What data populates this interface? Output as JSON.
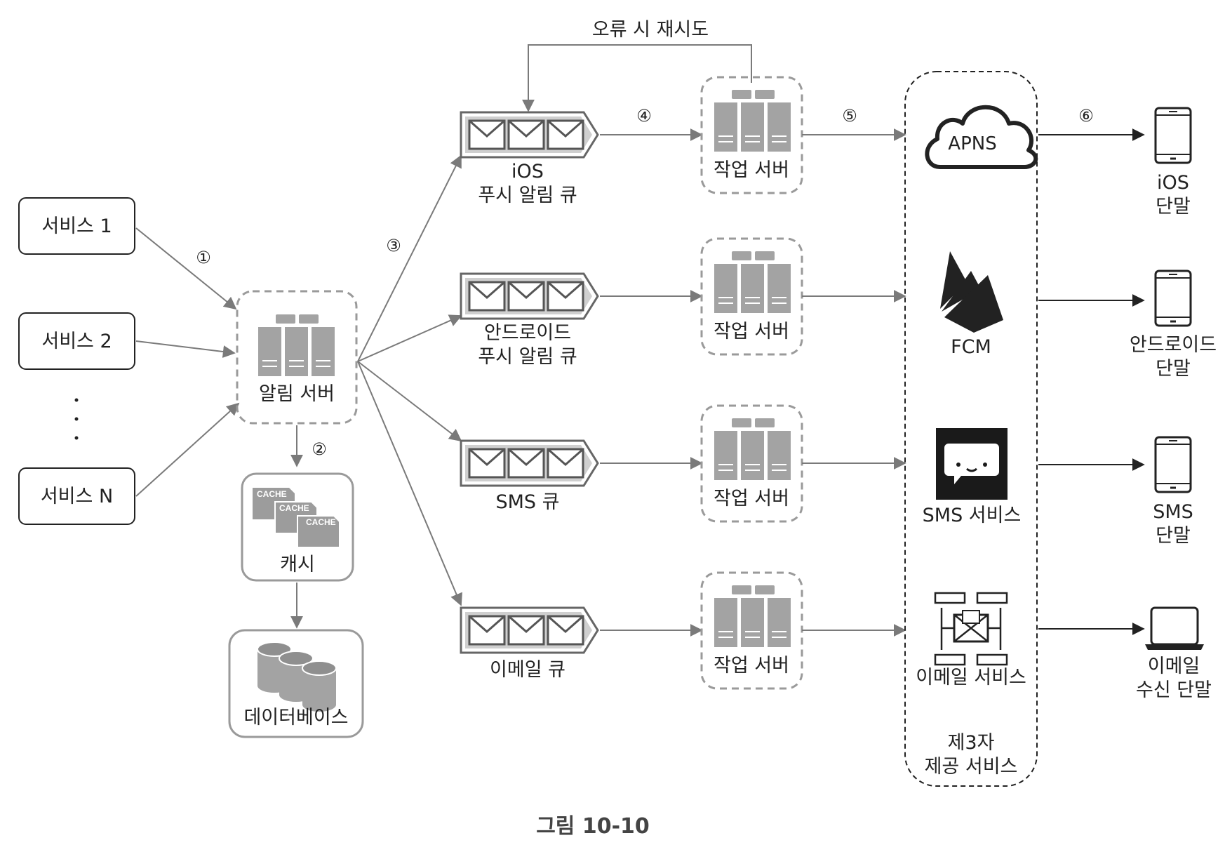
{
  "services": [
    "서비스 1",
    "서비스 2",
    "서비스 N"
  ],
  "ellipsis": ".\n.\n.",
  "notification_server": "알림 서버",
  "cache": {
    "label": "캐시",
    "tag": "CACHE"
  },
  "database": "데이터베이스",
  "retry_label": "오류 시 재시도",
  "steps": [
    "①",
    "②",
    "③",
    "④",
    "⑤",
    "⑥"
  ],
  "queues": [
    {
      "line1": "iOS",
      "line2": "푸시 알림 큐"
    },
    {
      "line1": "안드로이드",
      "line2": "푸시 알림 큐"
    },
    {
      "line1": "SMS 큐",
      "line2": ""
    },
    {
      "line1": "이메일 큐",
      "line2": ""
    }
  ],
  "worker_label": "작업 서버",
  "third_party": {
    "apns": "APNS",
    "fcm": "FCM",
    "sms": "SMS 서비스",
    "email": "이메일 서비스",
    "group_line1": "제3자",
    "group_line2": "제공 서비스"
  },
  "devices": [
    {
      "line1": "iOS",
      "line2": "단말",
      "icon": "phone-icon"
    },
    {
      "line1": "안드로이드",
      "line2": "단말",
      "icon": "phone-icon"
    },
    {
      "line1": "SMS",
      "line2": "단말",
      "icon": "phone-icon"
    },
    {
      "line1": "이메일",
      "line2": "수신 단말",
      "icon": "laptop-icon"
    }
  ],
  "caption": "그림 10-10"
}
